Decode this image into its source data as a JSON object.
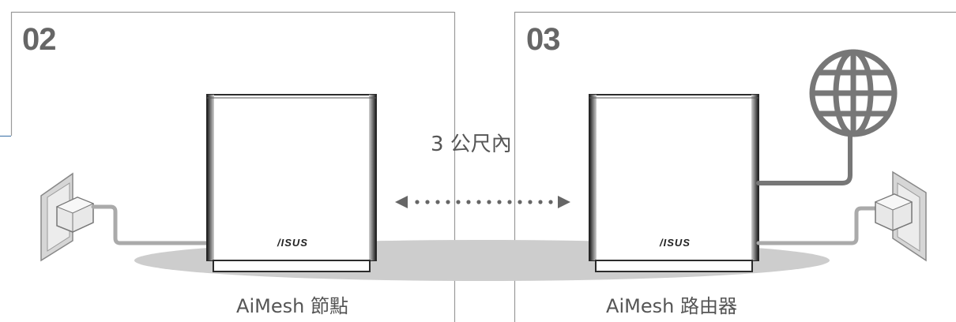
{
  "panels": [
    {
      "step": "02",
      "caption": "AiMesh 節點",
      "brand": "/ISUS"
    },
    {
      "step": "03",
      "caption": "AiMesh 路由器",
      "brand": "/ISUS"
    }
  ],
  "distance_label": "3 公尺內",
  "icons": [
    "power-outlet-icon",
    "power-adapter-icon",
    "router-node-icon",
    "router-main-icon",
    "globe-icon",
    "bidirectional-arrow-icon"
  ],
  "colors": {
    "frame": "#999999",
    "router_body": "#ffffff",
    "router_edge": "#333333",
    "shadow": "#cfcfcf",
    "cable": "#aaaaaa",
    "globe": "#777777",
    "text": "#555555"
  }
}
